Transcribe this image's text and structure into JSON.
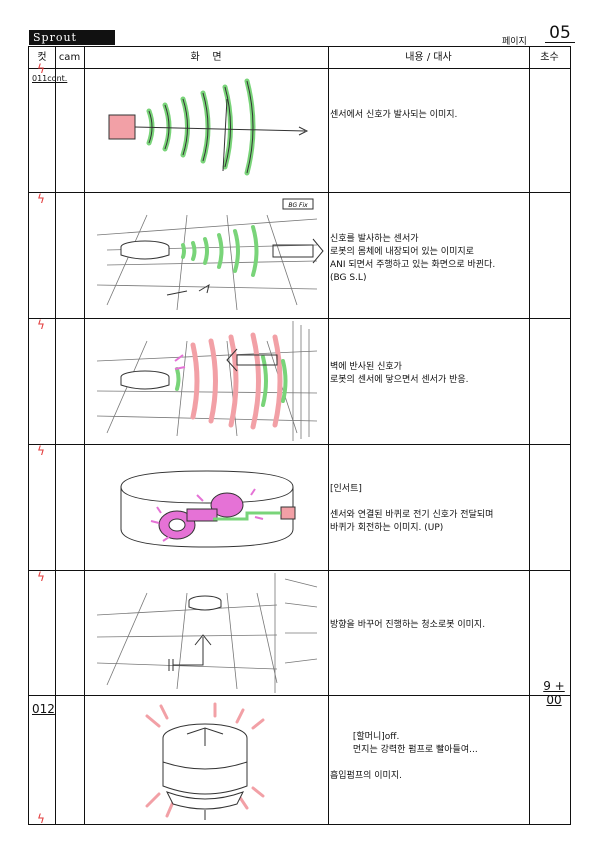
{
  "header": {
    "logo_text": "Sprout",
    "page_label": "페이지",
    "page_number": "05"
  },
  "columns": {
    "cut": "컷",
    "cam": "cam",
    "screen": "화    면",
    "content": "내용 / 대사",
    "duration": "초수"
  },
  "rows": [
    {
      "cut_label": "011cont.",
      "description": "센서에서 신호가 발사되는 이미지."
    },
    {
      "description": "신호를 발사하는 센서가\n로봇의 몸체에 내장되어 있는 이미지로\nANI 되면서 주행하고 있는 화면으로 바뀐다.\n(BG S.L)",
      "panel_note": "BG Fix"
    },
    {
      "description": "벽에 반사된 신호가\n로봇의 센서에 닿으면서 센서가 반응."
    },
    {
      "description": "[인서트]\n\n센서와 연결된 바퀴로 전기 신호가 전달되며\n바퀴가 회전하는 이미지. (UP)"
    },
    {
      "description": "방향을 바꾸어 진행하는 청소로봇 이미지.",
      "duration": "9 + 00"
    },
    {
      "cut_label": "012",
      "description": "        [할머니]off.\n        먼지는 강력한 펌프로 빨아들여...\n\n흡입펌프의 이미지."
    }
  ],
  "colors": {
    "accent_red": "#e23a3a",
    "signal_green": "#79d479",
    "signal_pink": "#f2a0a6",
    "motor_magenta": "#e572d6"
  }
}
